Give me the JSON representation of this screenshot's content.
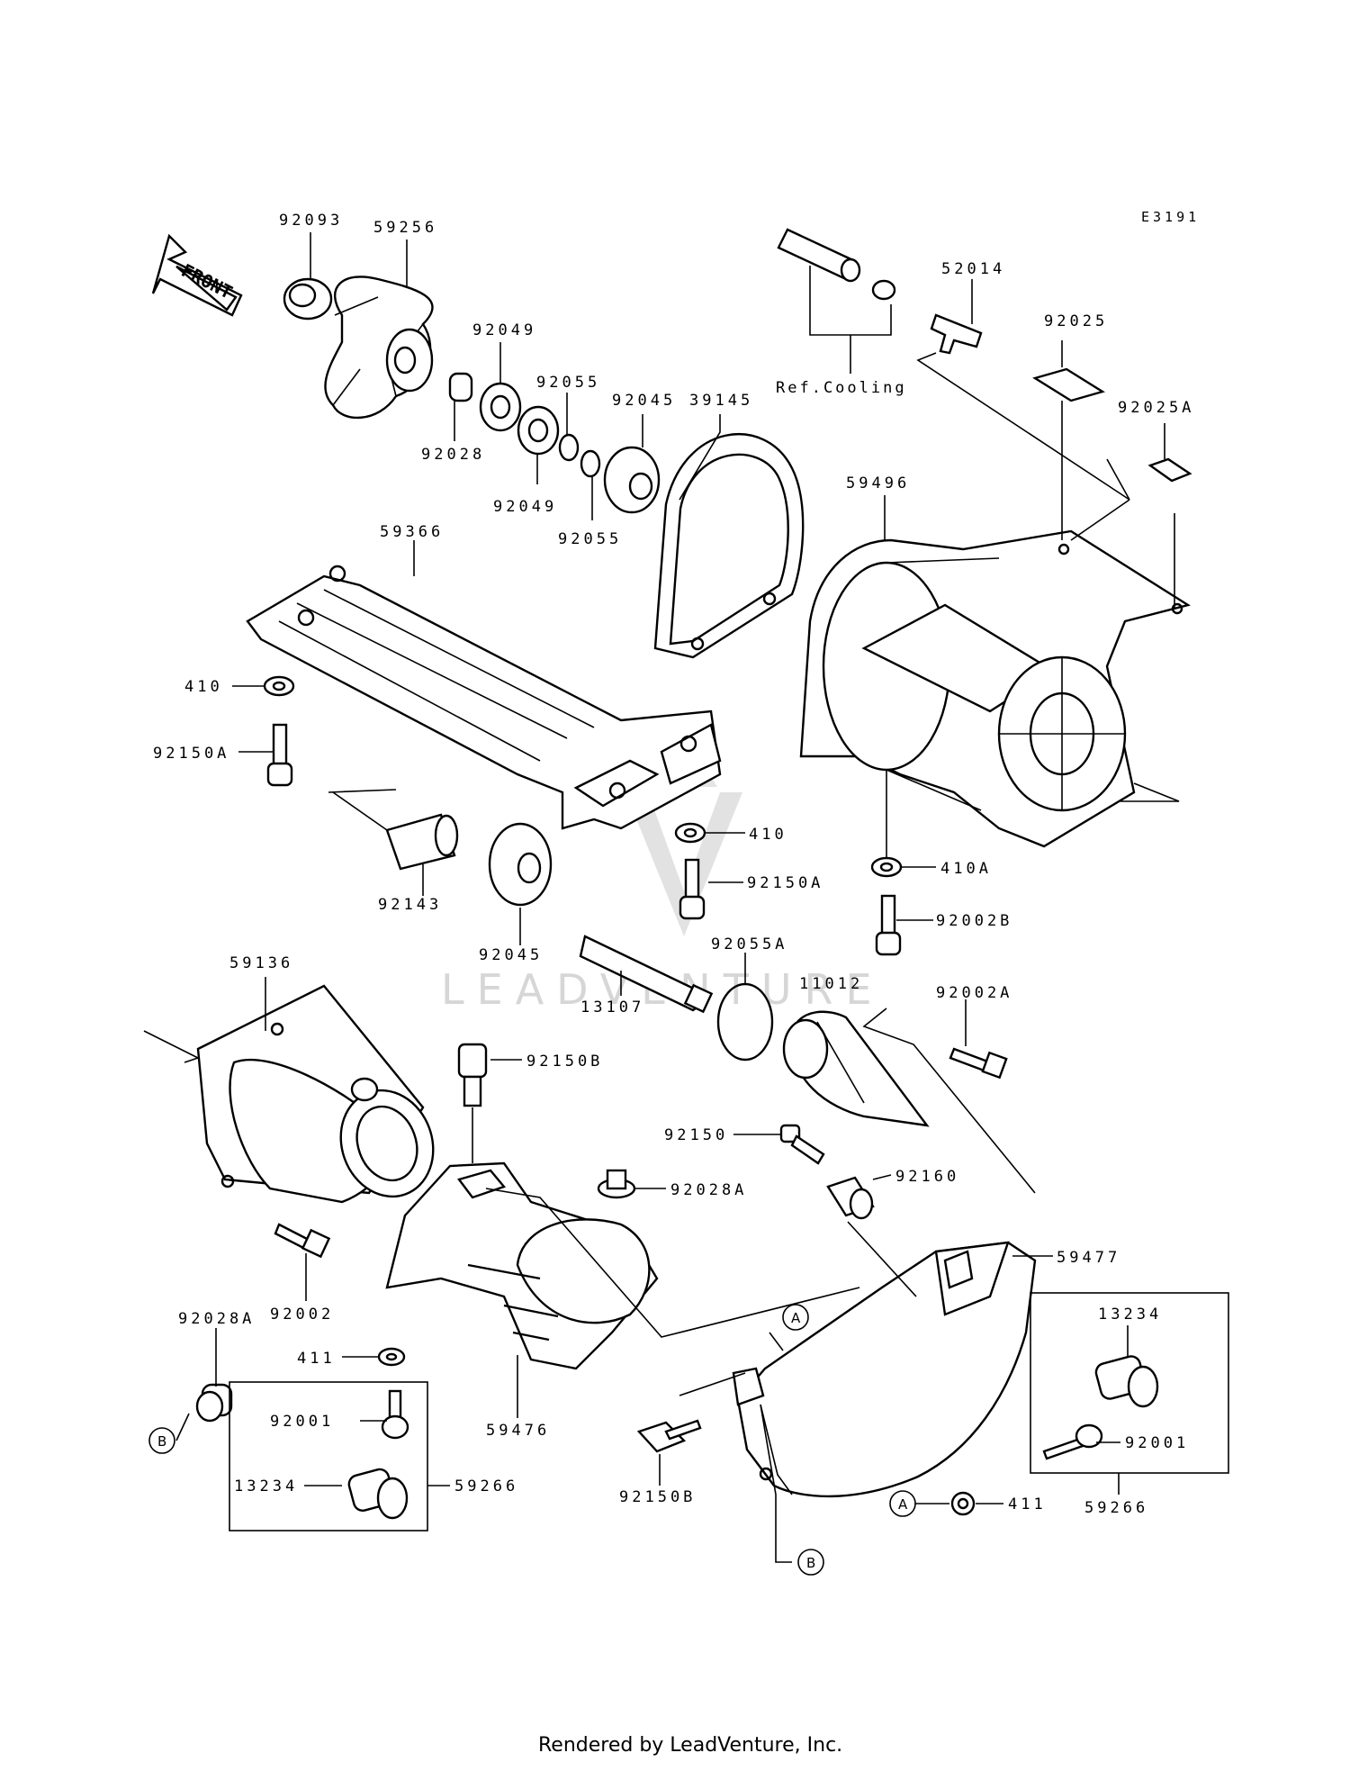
{
  "diagram": {
    "code": "E3191",
    "direction_label": "FRONT",
    "ref_note": "Ref.Cooling",
    "watermark": "LEADVENTURE",
    "footer": "Rendered by LeadVenture, Inc.",
    "part_labels": [
      "92093",
      "59256",
      "92049",
      "92055",
      "92045",
      "39145",
      "92028",
      "92049",
      "92055",
      "59366",
      "52014",
      "92025",
      "92025A",
      "59496",
      "410",
      "92150A",
      "410",
      "92143",
      "92045",
      "92150A",
      "410A",
      "92002B",
      "59136",
      "92055A",
      "13107",
      "11012",
      "92002A",
      "92150B",
      "92150",
      "92028A",
      "92160",
      "59477",
      "92002",
      "13234",
      "92028A",
      "411",
      "59476",
      "92001",
      "13234",
      "59266",
      "92150B",
      "92001",
      "411",
      "59266"
    ],
    "callouts": [
      "A",
      "A",
      "B",
      "B"
    ]
  }
}
